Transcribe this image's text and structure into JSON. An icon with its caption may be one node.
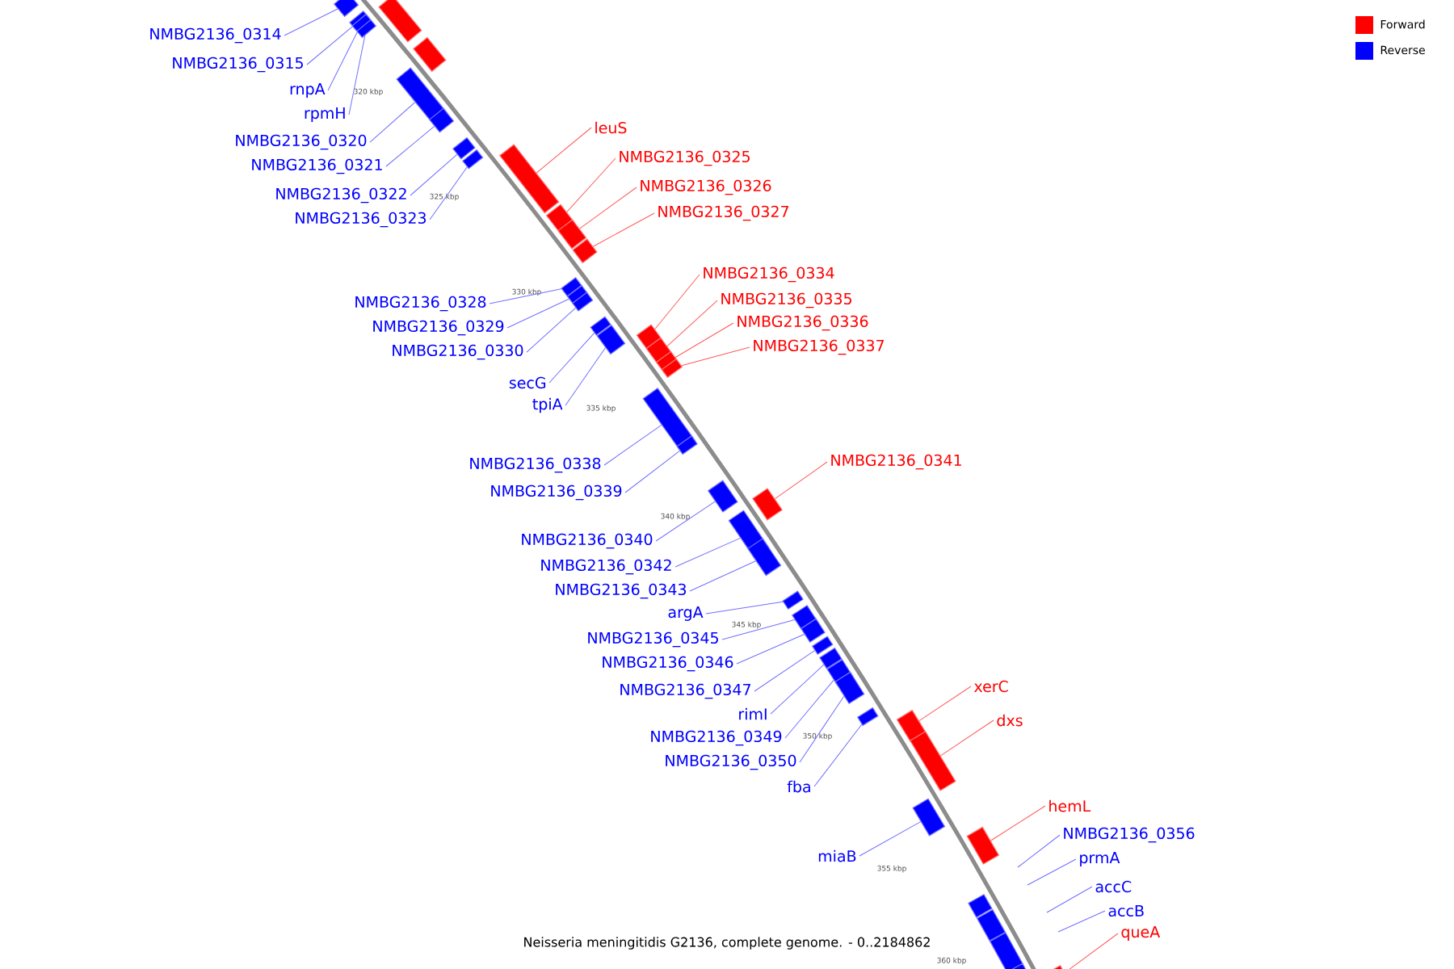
{
  "diagram": {
    "caption": "Neisseria meningitidis G2136, complete genome. - 0..2184862",
    "nodes": [
      {
        "text": [
          "NMBG2136_0314"
        ]
      },
      {
        "text": [],
        "shape": "box"
      },
      {
        "text": [
          "NMBG2136_0315"
        ]
      },
      {
        "text": [],
        "shape": "box"
      },
      {
        "text": [
          "rnpA"
        ]
      },
      {
        "text": [],
        "shape": "box"
      },
      {
        "text": [
          "rpmH"
        ]
      },
      {
        "text": [],
        "shape": "box"
      },
      {
        "text": [
          "NMBG2136_0320"
        ]
      },
      {
        "text": [],
        "shape": "box"
      },
      {
        "text": [
          "NMBG2136_0321"
        ]
      },
      {
        "text": [],
        "shape": "box"
      },
      {
        "text": [
          "NMBG2136_0322"
        ]
      },
      {
        "text": [],
        "shape": "box"
      },
      {
        "text": [
          "NMBG2136_0323"
        ]
      },
      {
        "text": [],
        "shape": "box"
      },
      {
        "text": [
          "NMBG2136_0328"
        ]
      },
      {
        "text": [],
        "shape": "box"
      },
      {
        "text": [
          "NMBG2136_0329"
        ]
      },
      {
        "text": [],
        "shape": "box"
      },
      {
        "text": [
          "NMBG2136_0330"
        ]
      },
      {
        "text": [],
        "shape": "box"
      },
      {
        "text": [
          "secG"
        ]
      },
      {
        "text": [],
        "shape": "box"
      },
      {
        "text": [
          "tpiA"
        ]
      },
      {
        "text": [],
        "shape": "box"
      },
      {
        "text": [
          "NMBG2136_0338"
        ]
      },
      {
        "text": [],
        "shape": "box"
      },
      {
        "text": [
          "NMBG2136_0339"
        ]
      },
      {
        "text": [],
        "shape": "box"
      },
      {
        "text": [
          "NMBG2136_0340"
        ]
      },
      {
        "text": [],
        "shape": "box"
      },
      {
        "text": [
          "NMBG2136_0342"
        ]
      },
      {
        "text": [],
        "shape": "box"
      },
      {
        "text": [
          "NMBG2136_0343"
        ]
      },
      {
        "text": [],
        "shape": "box"
      },
      {
        "text": [
          "argA"
        ]
      },
      {
        "text": [],
        "shape": "box"
      },
      {
        "text": [
          "NMBG2136_0345"
        ]
      },
      {
        "text": [],
        "shape": "box"
      },
      {
        "text": [
          "NMBG2136_0346"
        ]
      },
      {
        "text": [],
        "shape": "box"
      },
      {
        "text": [
          "NMBG2136_0347"
        ]
      },
      {
        "text": [],
        "shape": "box"
      },
      {
        "text": [
          "rimI"
        ]
      },
      {
        "text": [],
        "shape": "box"
      },
      {
        "text": [
          "NMBG2136_0349"
        ]
      },
      {
        "text": [],
        "shape": "box"
      },
      {
        "text": [
          "NMBG2136_0350"
        ]
      },
      {
        "text": [],
        "shape": "box"
      },
      {
        "text": [
          "fba"
        ]
      },
      {
        "text": [],
        "shape": "box"
      },
      {
        "text": [
          "miaB"
        ]
      },
      {
        "text": [],
        "shape": "box"
      },
      {
        "text": [
          "leuS"
        ]
      },
      {
        "text": [],
        "shape": "box"
      },
      {
        "text": [
          "NMBG2136_0325"
        ]
      },
      {
        "text": [],
        "shape": "box"
      },
      {
        "text": [
          "NMBG2136_0326"
        ]
      },
      {
        "text": [],
        "shape": "box"
      },
      {
        "text": [
          "NMBG2136_0327"
        ]
      },
      {
        "text": [],
        "shape": "box"
      },
      {
        "text": [
          "NMBG2136_0334"
        ]
      },
      {
        "text": [],
        "shape": "box"
      },
      {
        "text": [
          "NMBG2136_0335"
        ]
      },
      {
        "text": [],
        "shape": "box"
      },
      {
        "text": [
          "NMBG2136_0336"
        ]
      },
      {
        "text": [],
        "shape": "box"
      },
      {
        "text": [
          "NMBG2136_0337"
        ]
      },
      {
        "text": [],
        "shape": "box"
      },
      {
        "text": [
          "NMBG2136_0341"
        ]
      },
      {
        "text": [],
        "shape": "box"
      },
      {
        "text": [
          "xerC"
        ]
      },
      {
        "text": [],
        "shape": "box"
      },
      {
        "text": [
          "dxs"
        ]
      },
      {
        "text": [],
        "shape": "box"
      },
      {
        "text": [
          "hemL"
        ]
      },
      {
        "text": [],
        "shape": "box"
      },
      {
        "text": [
          "queA"
        ]
      },
      {
        "text": [],
        "shape": "box"
      },
      {
        "text": [
          "NMBG2136_0356"
        ]
      },
      {
        "text": [
          "prmA"
        ]
      },
      {
        "text": [
          "accC"
        ]
      },
      {
        "text": [
          "accB"
        ]
      },
      {
        "text": [],
        "shape": "box"
      },
      {
        "text": [],
        "shape": "box"
      },
      {
        "text": [],
        "shape": "box"
      },
      {
        "text": [],
        "shape": "box"
      },
      {
        "text": [],
        "shape": "box"
      },
      {
        "text": [],
        "shape": "box"
      }
    ],
    "edges": [
      {
        "from": 0,
        "to": 1,
        "arrow": "none"
      },
      {
        "from": 2,
        "to": 3,
        "arrow": "none"
      },
      {
        "from": 4,
        "to": 5,
        "arrow": "none"
      },
      {
        "from": 6,
        "to": 7,
        "arrow": "none"
      },
      {
        "from": 8,
        "to": 9,
        "arrow": "none"
      },
      {
        "from": 10,
        "to": 11,
        "arrow": "none"
      },
      {
        "from": 12,
        "to": 13,
        "arrow": "none"
      },
      {
        "from": 14,
        "to": 15,
        "arrow": "none"
      },
      {
        "from": 16,
        "to": 17,
        "arrow": "none"
      },
      {
        "from": 18,
        "to": 19,
        "arrow": "none"
      },
      {
        "from": 20,
        "to": 21,
        "arrow": "none"
      },
      {
        "from": 22,
        "to": 23,
        "arrow": "none"
      },
      {
        "from": 24,
        "to": 25,
        "arrow": "none"
      },
      {
        "from": 26,
        "to": 27,
        "arrow": "none"
      },
      {
        "from": 28,
        "to": 29,
        "arrow": "none"
      },
      {
        "from": 30,
        "to": 31,
        "arrow": "none"
      },
      {
        "from": 32,
        "to": 33,
        "arrow": "none"
      },
      {
        "from": 34,
        "to": 35,
        "arrow": "none"
      },
      {
        "from": 36,
        "to": 37,
        "arrow": "none"
      },
      {
        "from": 38,
        "to": 39,
        "arrow": "none"
      },
      {
        "from": 40,
        "to": 41,
        "arrow": "none"
      },
      {
        "from": 42,
        "to": 43,
        "arrow": "none"
      },
      {
        "from": 44,
        "to": 45,
        "arrow": "none"
      },
      {
        "from": 46,
        "to": 47,
        "arrow": "none"
      },
      {
        "from": 48,
        "to": 49,
        "arrow": "none"
      },
      {
        "from": 50,
        "to": 51,
        "arrow": "none"
      },
      {
        "from": 52,
        "to": 53,
        "arrow": "none"
      },
      {
        "from": 54,
        "to": 55,
        "arrow": "none",
        "color": "#ff5a5a"
      },
      {
        "from": 56,
        "to": 57,
        "arrow": "none",
        "color": "#ff5a5a"
      },
      {
        "from": 58,
        "to": 59,
        "arrow": "none",
        "color": "#ff5a5a"
      },
      {
        "from": 60,
        "to": 61,
        "arrow": "none",
        "color": "#ff5a5a"
      },
      {
        "from": 62,
        "to": 63,
        "arrow": "none",
        "color": "#ff5a5a"
      },
      {
        "from": 64,
        "to": 65,
        "arrow": "none",
        "color": "#ff5a5a"
      },
      {
        "from": 66,
        "to": 67,
        "arrow": "none",
        "color": "#ff5a5a"
      },
      {
        "from": 68,
        "to": 69,
        "arrow": "none",
        "color": "#ff5a5a"
      },
      {
        "from": 70,
        "to": 71,
        "arrow": "none",
        "color": "#ff5a5a"
      },
      {
        "from": 72,
        "to": 73,
        "arrow": "none",
        "color": "#ff5a5a"
      },
      {
        "from": 74,
        "to": 75,
        "arrow": "none",
        "color": "#ff5a5a"
      },
      {
        "from": 76,
        "to": 77,
        "arrow": "none",
        "color": "#ff5a5a"
      },
      {
        "from": 78,
        "to": 79,
        "arrow": "none",
        "color": "#ff5a5a"
      },
      {
        "from": 80,
        "to": null,
        "arrow": "none"
      },
      {
        "from": 81,
        "to": null,
        "arrow": "none"
      },
      {
        "from": 82,
        "to": null,
        "arrow": "none"
      },
      {
        "from": 83,
        "to": null,
        "arrow": "none"
      }
    ],
    "labels": [
      "320 kbp",
      "325 kbp",
      "330 kbp",
      "335 kbp",
      "340 kbp",
      "345 kbp",
      "350 kbp",
      "355 kbp",
      "360 kbp"
    ],
    "legend": [
      {
        "text": "Forward",
        "color": "#ff0000"
      },
      {
        "text": "Reverse",
        "color": "#0000ff"
      }
    ]
  }
}
